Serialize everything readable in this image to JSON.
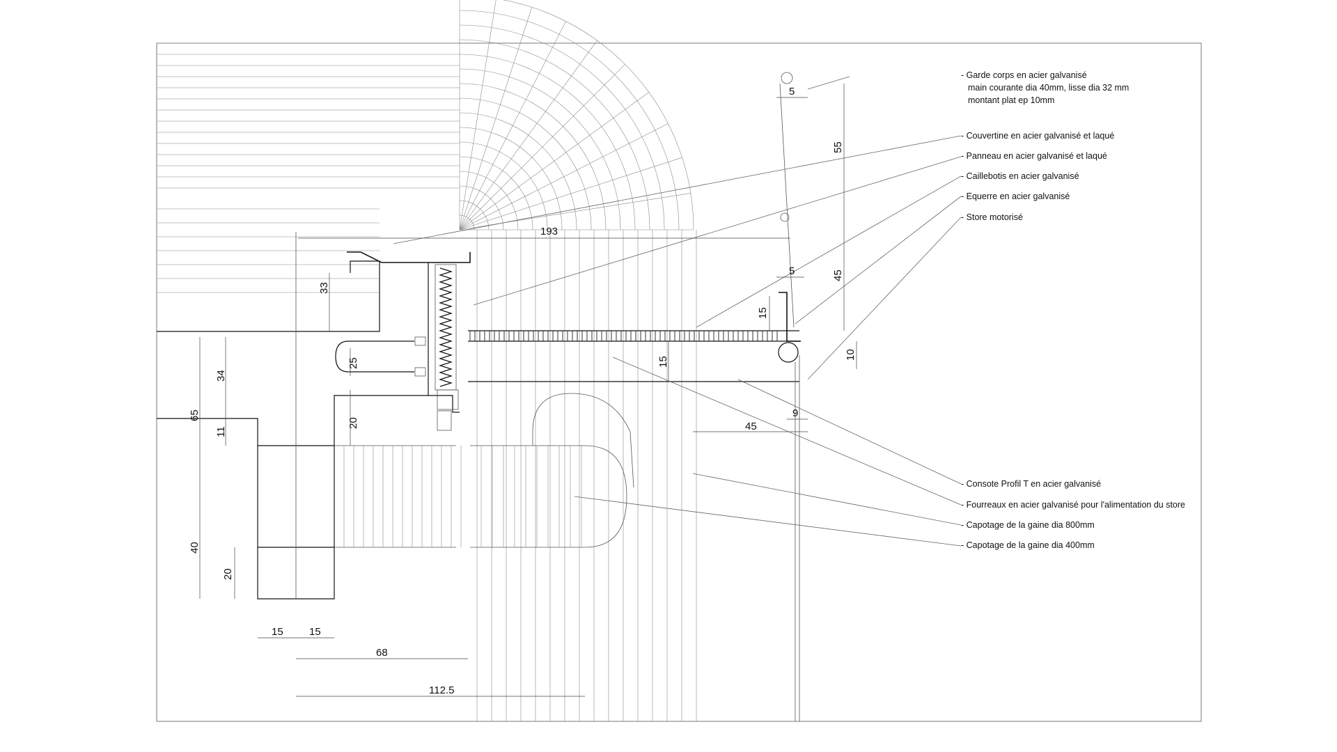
{
  "annotations": [
    {
      "id": "garde-corps",
      "lines": [
        "- Garde corps en acier galvanisé",
        "main courante dia 40mm, lisse dia 32 mm",
        "montant plat ep 10mm"
      ]
    },
    {
      "id": "couvertine",
      "lines": [
        "- Couvertine en acier galvanisé et laqué"
      ]
    },
    {
      "id": "panneau",
      "lines": [
        "- Panneau en acier galvanisé et laqué"
      ]
    },
    {
      "id": "caillebotis",
      "lines": [
        "- Caillebotis en acier galvanisé"
      ]
    },
    {
      "id": "equerre",
      "lines": [
        "- Equerre en acier galvanisé"
      ]
    },
    {
      "id": "store",
      "lines": [
        "- Store motorisé"
      ]
    },
    {
      "id": "console",
      "lines": [
        "- Consote Profil T en acier galvanisé"
      ]
    },
    {
      "id": "fourreaux",
      "lines": [
        "- Fourreaux  en acier galvanisé pour l'alimentation du store"
      ]
    },
    {
      "id": "capotage-800",
      "lines": [
        "- Capotage de la gaine dia 800mm"
      ]
    },
    {
      "id": "capotage-400",
      "lines": [
        "- Capotage de la gaine dia 400mm"
      ]
    }
  ],
  "dimensions": {
    "d193": "193",
    "d33": "33",
    "d34": "34",
    "d65": "65",
    "d11": "11",
    "d25": "25",
    "d20_upper": "20",
    "d40": "40",
    "d20_lower": "20",
    "d15_left": "15",
    "d15_right": "15",
    "d68": "68",
    "d112_5": "112.5",
    "d5_top": "5",
    "d55": "55",
    "d5_mid": "5",
    "d45_vertical": "45",
    "d15_post": "15",
    "d15_console": "15",
    "d10": "10",
    "d9": "9",
    "d45_horizontal": "45"
  },
  "colors": {
    "line": "#111111",
    "thin": "#555555",
    "background": "#ffffff"
  }
}
